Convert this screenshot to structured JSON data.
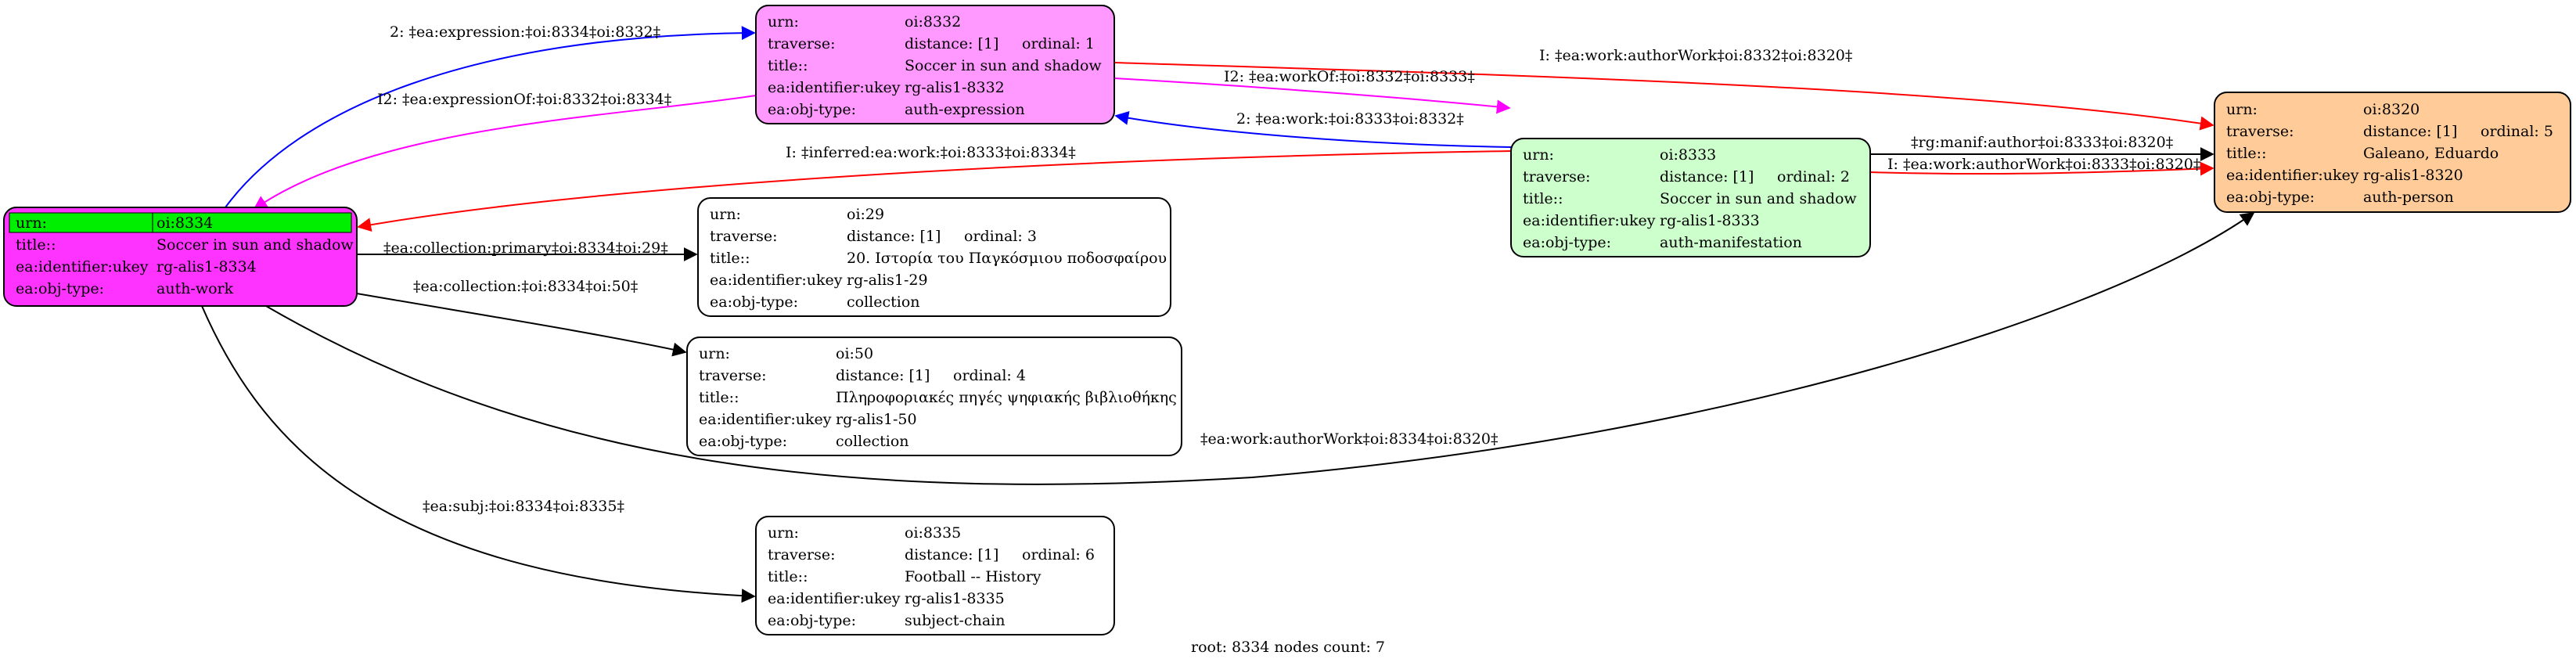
{
  "nodes": [
    {
      "id": "8334",
      "fill": "#ff33ff",
      "urn_highlight": "#00ee00",
      "rows": [
        {
          "key": "urn:",
          "value": "oi:8334"
        },
        {
          "key": "title::",
          "value": "Soccer in sun and shadow"
        },
        {
          "key": "ea:identifier:ukey",
          "value": "rg-alis1-8334"
        },
        {
          "key": "ea:obj-type:",
          "value": "auth-work"
        }
      ]
    },
    {
      "id": "8332",
      "fill": "#ff99ff",
      "rows": [
        {
          "key": "urn:",
          "value": "oi:8332"
        },
        {
          "key": "traverse:",
          "value": "distance: [1]",
          "extra": "ordinal: 1"
        },
        {
          "key": "title::",
          "value": "Soccer in sun and shadow"
        },
        {
          "key": "ea:identifier:ukey",
          "value": "rg-alis1-8332"
        },
        {
          "key": "ea:obj-type:",
          "value": "auth-expression"
        }
      ]
    },
    {
      "id": "8333",
      "fill": "#ccffcc",
      "rows": [
        {
          "key": "urn:",
          "value": "oi:8333"
        },
        {
          "key": "traverse:",
          "value": "distance: [1]",
          "extra": "ordinal: 2"
        },
        {
          "key": "title::",
          "value": "Soccer in sun and shadow"
        },
        {
          "key": "ea:identifier:ukey",
          "value": "rg-alis1-8333"
        },
        {
          "key": "ea:obj-type:",
          "value": "auth-manifestation"
        }
      ]
    },
    {
      "id": "8320",
      "fill": "#ffcc99",
      "rows": [
        {
          "key": "urn:",
          "value": "oi:8320"
        },
        {
          "key": "traverse:",
          "value": "distance: [1]",
          "extra": "ordinal: 5"
        },
        {
          "key": "title::",
          "value": "Galeano, Eduardo"
        },
        {
          "key": "ea:identifier:ukey",
          "value": "rg-alis1-8320"
        },
        {
          "key": "ea:obj-type:",
          "value": "auth-person"
        }
      ]
    },
    {
      "id": "29",
      "fill": "#ffffff",
      "rows": [
        {
          "key": "urn:",
          "value": "oi:29"
        },
        {
          "key": "traverse:",
          "value": "distance: [1]",
          "extra": "ordinal: 3"
        },
        {
          "key": "title::",
          "value": "20. Ιστορία του Παγκόσμιου ποδοσφαίρου"
        },
        {
          "key": "ea:identifier:ukey",
          "value": "rg-alis1-29"
        },
        {
          "key": "ea:obj-type:",
          "value": "collection"
        }
      ]
    },
    {
      "id": "50",
      "fill": "#ffffff",
      "rows": [
        {
          "key": "urn:",
          "value": "oi:50"
        },
        {
          "key": "traverse:",
          "value": "distance: [1]",
          "extra": "ordinal: 4"
        },
        {
          "key": "title::",
          "value": "Πληροφοριακές πηγές ψηφιακής βιβλιοθήκης"
        },
        {
          "key": "ea:identifier:ukey",
          "value": "rg-alis1-50"
        },
        {
          "key": "ea:obj-type:",
          "value": "collection"
        }
      ]
    },
    {
      "id": "8335",
      "fill": "#ffffff",
      "rows": [
        {
          "key": "urn:",
          "value": "oi:8335"
        },
        {
          "key": "traverse:",
          "value": "distance: [1]",
          "extra": "ordinal: 6"
        },
        {
          "key": "title::",
          "value": "Football -- History"
        },
        {
          "key": "ea:identifier:ukey",
          "value": "rg-alis1-8335"
        },
        {
          "key": "ea:obj-type:",
          "value": "subject-chain"
        }
      ]
    }
  ],
  "edges": [
    {
      "id": "e1",
      "from": "8334",
      "to": "8332",
      "color": "#0000ff",
      "label": "2: ‡ea:expression:‡oi:8334‡oi:8332‡"
    },
    {
      "id": "e2",
      "from": "8332",
      "to": "8334",
      "color": "#ff00ff",
      "label": "I2: ‡ea:expressionOf:‡oi:8332‡oi:8334‡"
    },
    {
      "id": "e3",
      "from": "8332",
      "to": "8320",
      "color": "#ff0000",
      "label": "I: ‡ea:work:authorWork‡oi:8332‡oi:8320‡"
    },
    {
      "id": "e4",
      "from": "8332",
      "to": "8333",
      "color": "#ff00ff",
      "label": "I2: ‡ea:workOf:‡oi:8332‡oi:8333‡"
    },
    {
      "id": "e5",
      "from": "8333",
      "to": "8332",
      "color": "#0000ff",
      "label": "2: ‡ea:work:‡oi:8333‡oi:8332‡"
    },
    {
      "id": "e6",
      "from": "8333",
      "to": "8334",
      "color": "#ff0000",
      "label": "I: ‡inferred:ea:work:‡oi:8333‡oi:8334‡"
    },
    {
      "id": "e7",
      "from": "8333",
      "to": "8320",
      "color": "#000000",
      "label": "‡rg:manif:author‡oi:8333‡oi:8320‡"
    },
    {
      "id": "e8",
      "from": "8333",
      "to": "8320",
      "color": "#ff0000",
      "label": "I: ‡ea:work:authorWork‡oi:8333‡oi:8320‡"
    },
    {
      "id": "e9",
      "from": "8334",
      "to": "29",
      "color": "#000000",
      "label": "‡ea:collection:primary‡oi:8334‡oi:29‡"
    },
    {
      "id": "e10",
      "from": "8334",
      "to": "50",
      "color": "#000000",
      "label": "‡ea:collection:‡oi:8334‡oi:50‡"
    },
    {
      "id": "e11",
      "from": "8334",
      "to": "8320",
      "color": "#000000",
      "label": "‡ea:work:authorWork‡oi:8334‡oi:8320‡"
    },
    {
      "id": "e12",
      "from": "8334",
      "to": "8335",
      "color": "#000000",
      "label": "‡ea:subj:‡oi:8334‡oi:8335‡"
    }
  ],
  "caption": "root: 8334 nodes count: 7"
}
